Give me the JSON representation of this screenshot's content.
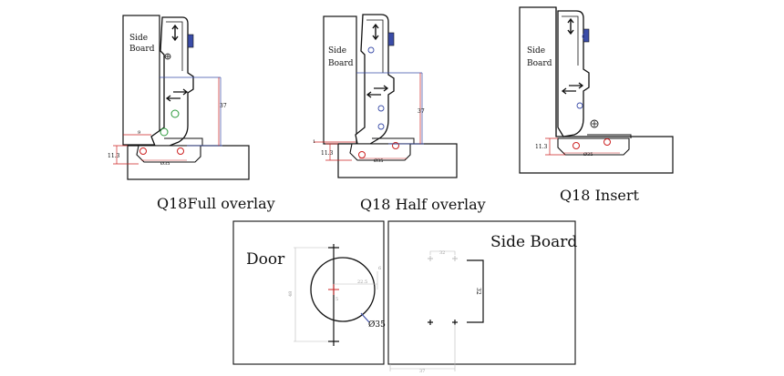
{
  "diagrams": [
    {
      "board_label": "Side\nBoard",
      "caption": "Q18Full overlay",
      "dim_height": "37",
      "dim_gap": "9",
      "dim_offset": "11.3",
      "dim_cup": "Ø35"
    },
    {
      "board_label": "Side\nBoard",
      "caption": "Q18 Half overlay",
      "dim_height": "37",
      "dim_gap": "1",
      "dim_offset": "11.3",
      "dim_cup": "Ø35"
    },
    {
      "board_label": "Side\nBoard",
      "caption": "Q18 Insert",
      "dim_offset": "11.3",
      "dim_cup": "Ø35"
    }
  ],
  "door_panel": {
    "title": "Door",
    "dim_vertical": "48",
    "dim_horizontal": "22.5",
    "dim_small": "5",
    "dim_edge": "6",
    "dim_cup": "Ø35"
  },
  "side_board_panel": {
    "title": "Side Board",
    "dim_top": "32",
    "dim_vertical": "32",
    "dim_bottom": "37"
  }
}
